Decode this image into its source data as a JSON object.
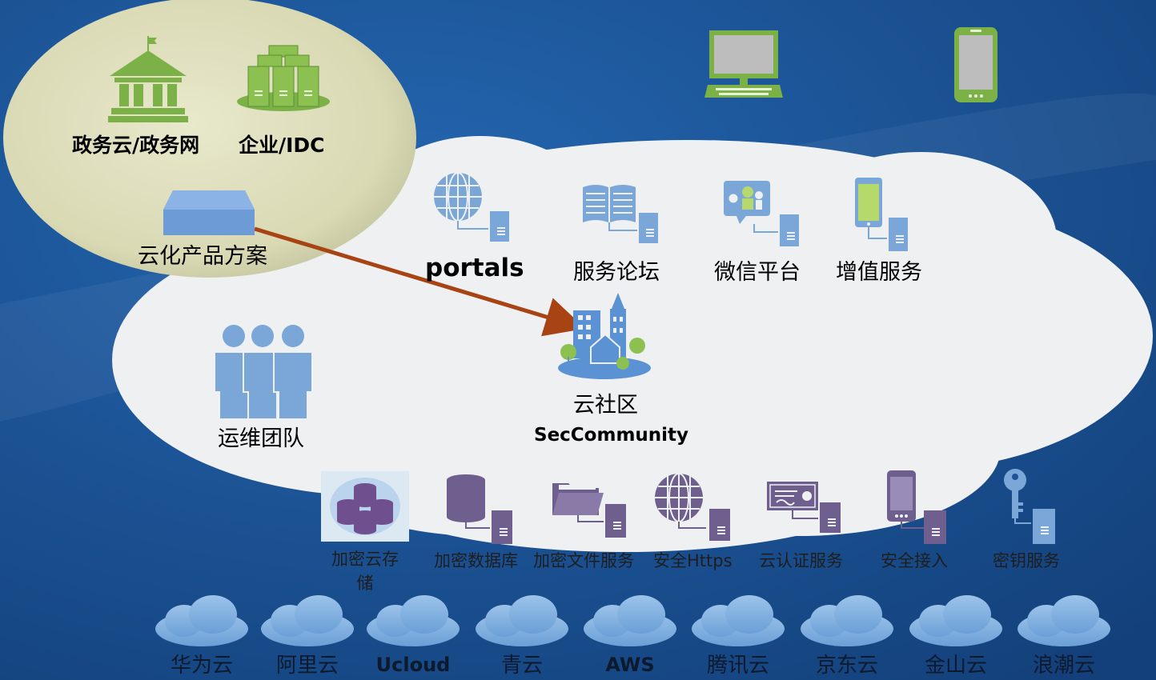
{
  "top_group": {
    "gov_label": "政务云/政务网",
    "enterprise_label": "企业/IDC",
    "product_label": "云化产品方案"
  },
  "services": [
    {
      "label": "portals",
      "icon": "globe-server-icon"
    },
    {
      "label": "服务论坛",
      "icon": "book-server-icon"
    },
    {
      "label": "微信平台",
      "icon": "chat-server-icon"
    },
    {
      "label": "增值服务",
      "icon": "phone-server-icon"
    }
  ],
  "community": {
    "title": "云社区",
    "subtitle": "SecCommunity"
  },
  "team": {
    "label": "运维团队"
  },
  "security": [
    {
      "label": "加密云存储",
      "icon": "database-cluster-icon"
    },
    {
      "label": "加密数据库",
      "icon": "database-server-icon"
    },
    {
      "label": "加密文件服务",
      "icon": "folder-server-icon"
    },
    {
      "label": "安全Https",
      "icon": "globe-server-icon"
    },
    {
      "label": "云认证服务",
      "icon": "certificate-server-icon"
    },
    {
      "label": "安全接入",
      "icon": "phone-server-icon"
    },
    {
      "label": "密钥服务",
      "icon": "key-server-icon"
    }
  ],
  "providers": [
    "华为云",
    "阿里云",
    "Ucloud",
    "青云",
    "AWS",
    "腾讯云",
    "京东云",
    "金山云",
    "浪潮云"
  ],
  "colors": {
    "background": "#1c5296",
    "cloud_fill": "#eef0f2",
    "ellipse_fill": "#dcdcb8",
    "green_icon": "#7bb146",
    "blue_icon": "#7aa7d8",
    "purple_icon": "#6f5f8e",
    "arrow": "#a84314"
  }
}
